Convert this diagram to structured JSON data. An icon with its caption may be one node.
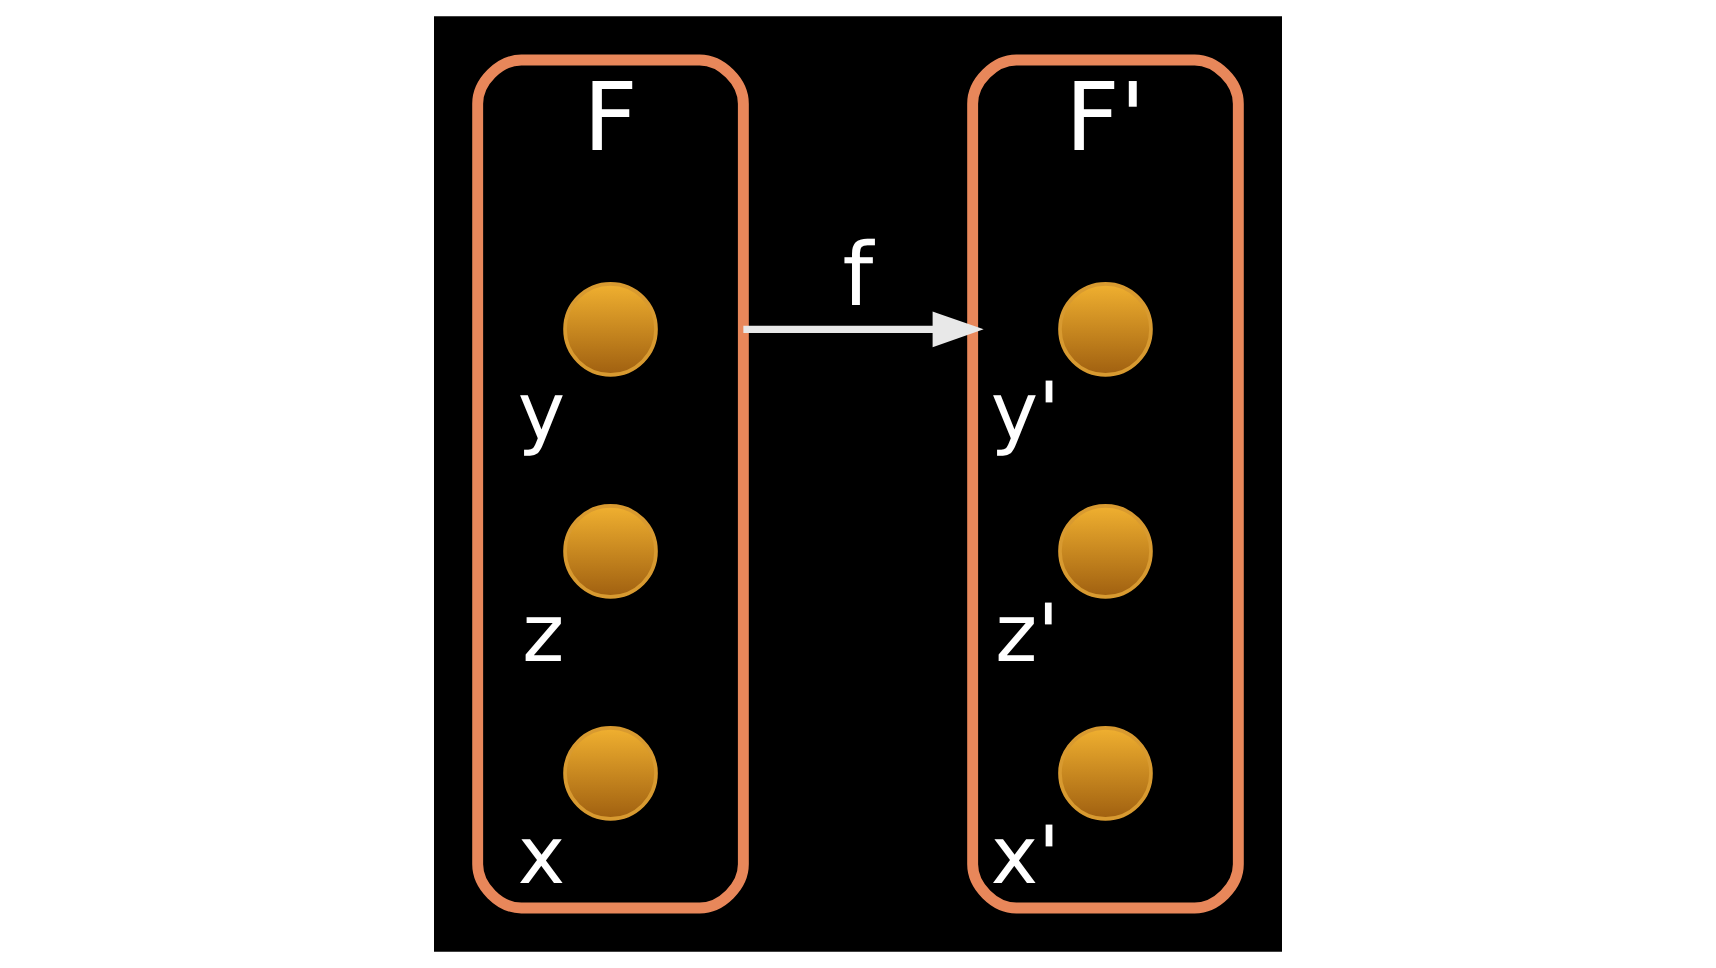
{
  "diagram": {
    "nodes": [
      {
        "text": [
          "F"
        ]
      },
      {
        "text": [],
        "shape": "circle",
        "beside": [
          "y"
        ],
        "in": 0
      },
      {
        "text": [],
        "shape": "circle",
        "beside": [
          "z"
        ],
        "in": 0
      },
      {
        "text": [],
        "shape": "circle",
        "beside": [
          "x"
        ],
        "in": 0
      },
      {
        "text": [
          "F'"
        ]
      },
      {
        "text": [],
        "shape": "circle",
        "beside": [
          "y'"
        ],
        "in": 4
      },
      {
        "text": [],
        "shape": "circle",
        "beside": [
          "z'"
        ],
        "in": 4
      },
      {
        "text": [],
        "shape": "circle",
        "beside": [
          "x'"
        ],
        "in": 4
      }
    ],
    "edges": [
      {
        "from": 0,
        "to": 4,
        "arrow": "to",
        "label": "f"
      }
    ]
  }
}
